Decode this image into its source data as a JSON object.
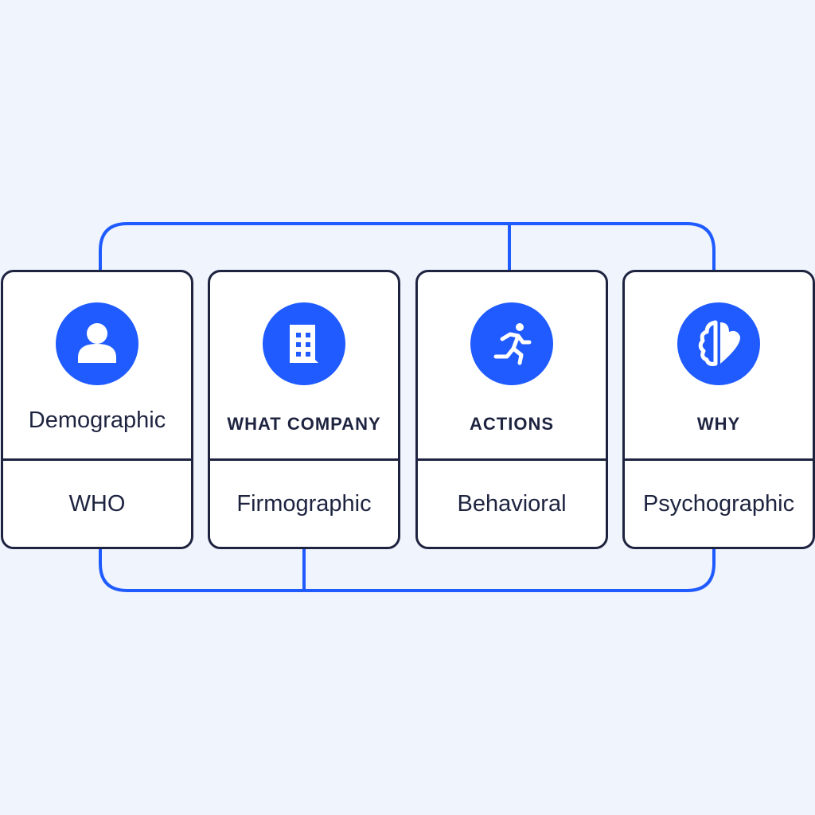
{
  "colors": {
    "accent": "#1f5bff",
    "border": "#1e2440",
    "background": "#f0f4fd"
  },
  "cards": [
    {
      "title": "Demographic",
      "label": "WHO",
      "icon": "person-icon"
    },
    {
      "title": "WHAT COMPANY",
      "label": "Firmographic",
      "icon": "building-icon"
    },
    {
      "title": "ACTIONS",
      "label": "Behavioral",
      "icon": "running-person-icon"
    },
    {
      "title": "WHY",
      "label": "Psychographic",
      "icon": "brain-heart-icon"
    }
  ]
}
